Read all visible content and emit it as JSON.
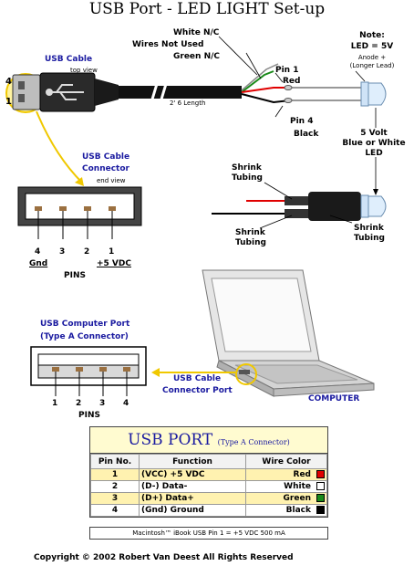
{
  "title": "USB Port -  LED LIGHT Set-up",
  "labels": {
    "usb_cable": "USB Cable",
    "top_view": "top view",
    "white_nc": "White N/C",
    "wires_not_used": "Wires Not Used",
    "green_nc": "Green N/C",
    "pin1": "Pin 1",
    "red": "Red",
    "length": "2'  6 Length",
    "pin4": "Pin 4",
    "black": "Black",
    "note_title": "Note:",
    "note_led": "LED = 5V",
    "anode": "Anode +",
    "longer_lead": "(Longer Lead)",
    "led_volt": "5 Volt",
    "led_color": "Blue or White",
    "led": "LED",
    "shrink_tubing": "Shrink Tubing",
    "cable_connector_line1": "USB Cable",
    "cable_connector_line2": "Connector",
    "end_view": "end view",
    "pins": "PINS",
    "gnd": "Gnd",
    "vdc": "+5 VDC",
    "computer_port_line1": "USB Computer Port",
    "computer_port_line2": "(Type A Connector)",
    "cable_port_line1": "USB Cable",
    "cable_port_line2": "Connector Port",
    "computer": "COMPUTER",
    "left_marker_4": "4",
    "left_marker_1": "1"
  },
  "connector_pins": [
    "4",
    "3",
    "2",
    "1"
  ],
  "port_pins": [
    "1",
    "2",
    "3",
    "4"
  ],
  "table": {
    "title": "USB PORT",
    "subtitle": "(Type A Connector)",
    "headers": [
      "Pin No.",
      "Function",
      "Wire Color"
    ],
    "rows": [
      {
        "pin": "1",
        "func": "(VCC)  +5 VDC",
        "color": "Red",
        "swatch": "#e00000"
      },
      {
        "pin": "2",
        "func": "(D-)   Data-",
        "color": "White",
        "swatch": "#ffffff"
      },
      {
        "pin": "3",
        "func": "(D+)   Data+",
        "color": "Green",
        "swatch": "#1a8a1a"
      },
      {
        "pin": "4",
        "func": "(Gnd)  Ground",
        "color": "Black",
        "swatch": "#000000"
      }
    ],
    "note": "Macintosh™  iBook USB Pin 1 = +5 VDC  500 mA"
  },
  "copyright": "Copyright © 2002  Robert Van Deest       All Rights Reserved",
  "colors": {
    "label_blue": "#1a1aa0",
    "highlight_yellow": "#f0c800",
    "wire_red": "#e00000",
    "wire_green": "#1a8a1a",
    "table_yellow": "#fff2b0"
  }
}
